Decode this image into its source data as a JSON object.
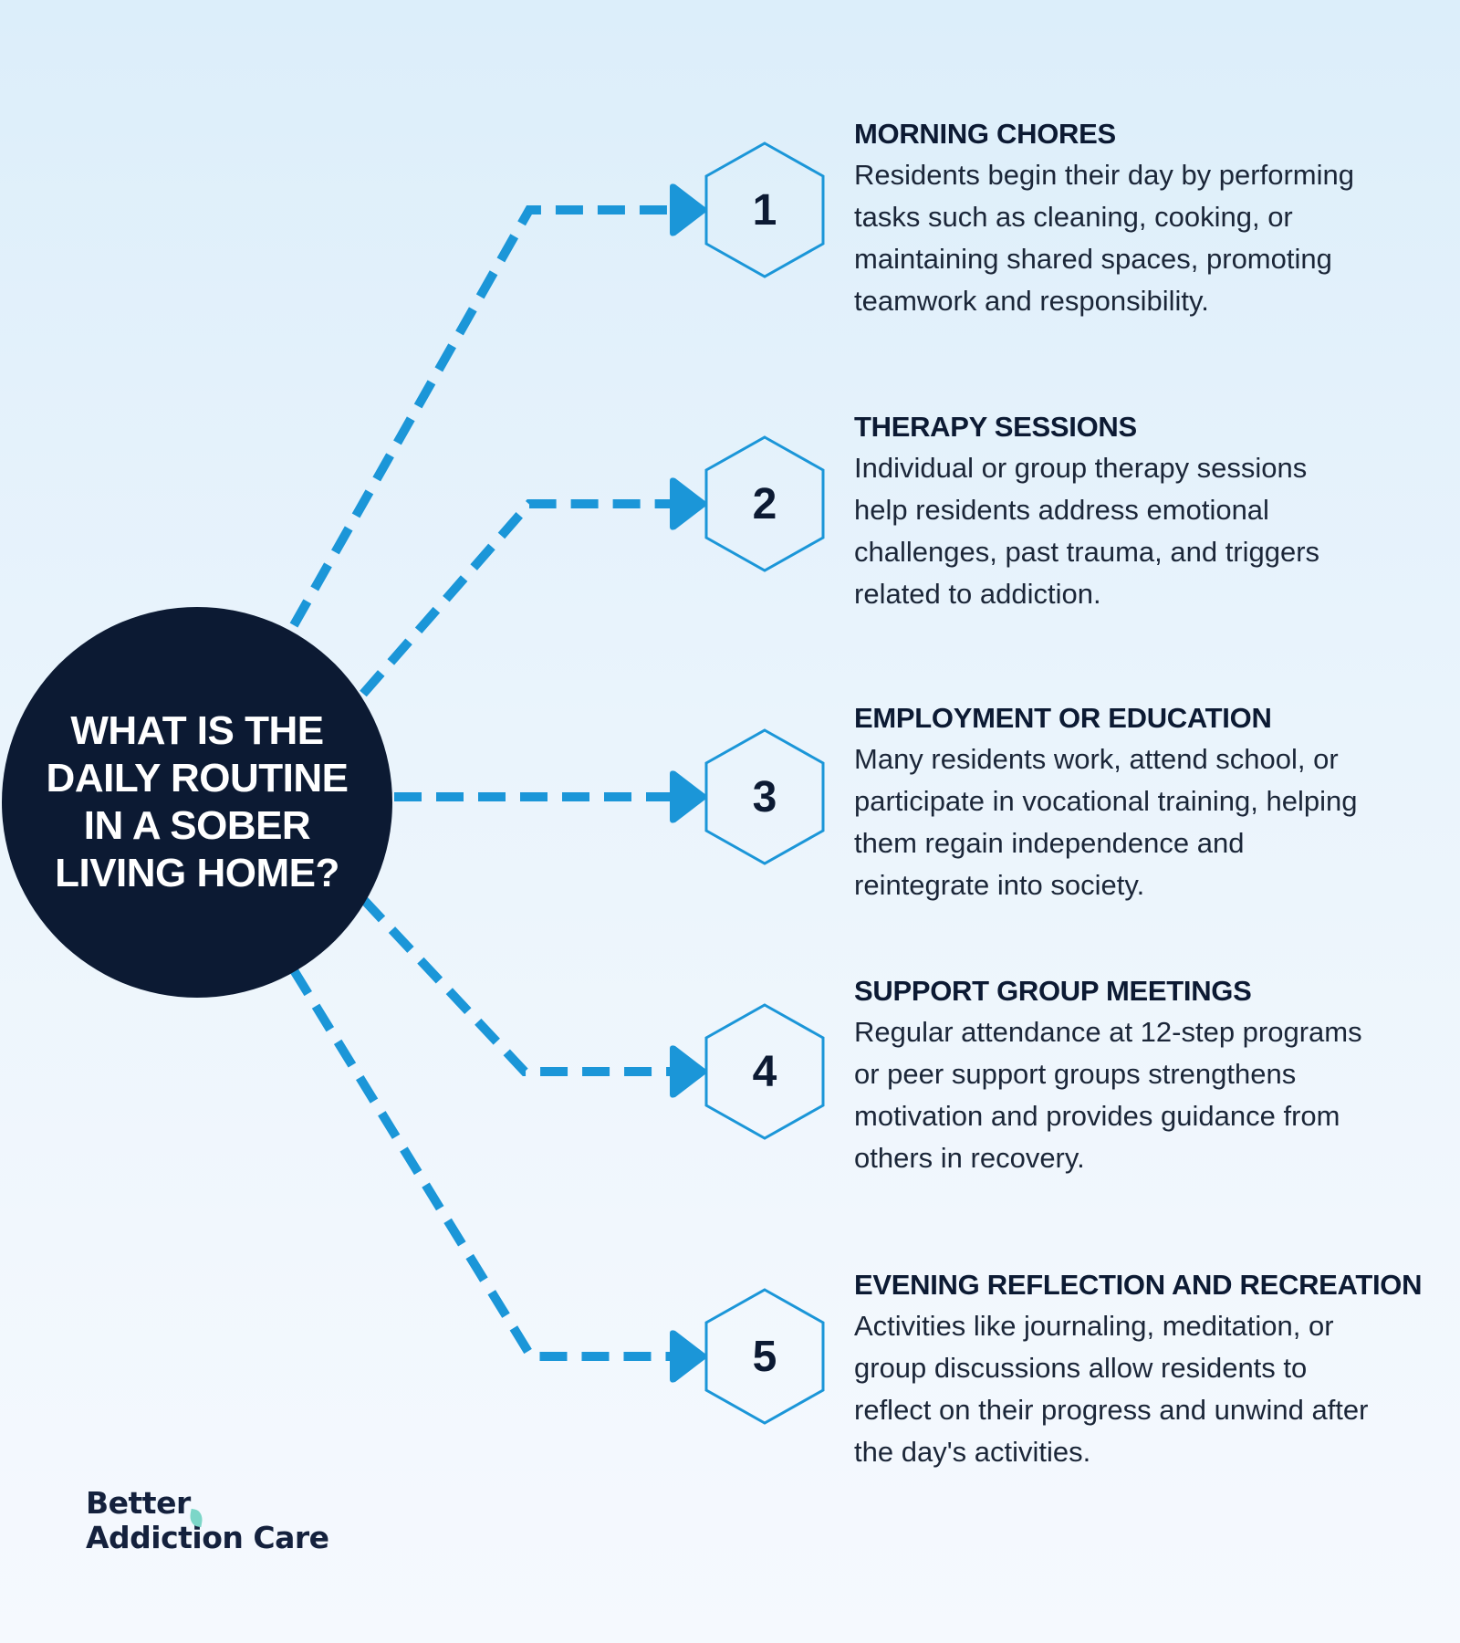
{
  "center": {
    "title": "WHAT IS THE DAILY ROUTINE IN A SOBER LIVING HOME?"
  },
  "colors": {
    "accent": "#1b96d8",
    "dark": "#0c1a33",
    "hex_stroke": "#1b96d8"
  },
  "steps": [
    {
      "number": "1",
      "title": "MORNING CHORES",
      "description": " Residents begin their day by performing\ntasks such as cleaning, cooking, or\nmaintaining shared spaces, promoting\nteamwork and responsibility."
    },
    {
      "number": "2",
      "title": "THERAPY SESSIONS",
      "description": " Individual or group therapy sessions\nhelp residents address emotional\nchallenges, past trauma, and triggers\nrelated to addiction."
    },
    {
      "number": "3",
      "title": "EMPLOYMENT OR EDUCATION",
      "description": " Many residents work, attend school, or\nparticipate in vocational training, helping\nthem regain independence and\nreintegrate into society."
    },
    {
      "number": "4",
      "title": "SUPPORT GROUP MEETINGS",
      "description": " Regular attendance at 12-step programs\nor peer support groups strengthens\nmotivation and provides guidance from\nothers in recovery."
    },
    {
      "number": "5",
      "title": "EVENING REFLECTION AND RECREATION",
      "description": " Activities like journaling, meditation, or\ngroup discussions allow residents to\nreflect on their progress and unwind after\nthe day's activities."
    }
  ],
  "logo": {
    "line1": "Better",
    "line2": "Addiction Care"
  }
}
